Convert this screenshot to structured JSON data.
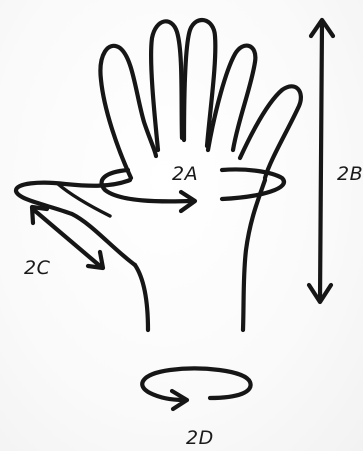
{
  "labels": {
    "palm_circumference": "2A",
    "hand_length": "2B",
    "thumb_length": "2C",
    "wrist_circumference": "2D"
  },
  "colors": {
    "ink": "#161616",
    "background": "#fbfbfb"
  }
}
